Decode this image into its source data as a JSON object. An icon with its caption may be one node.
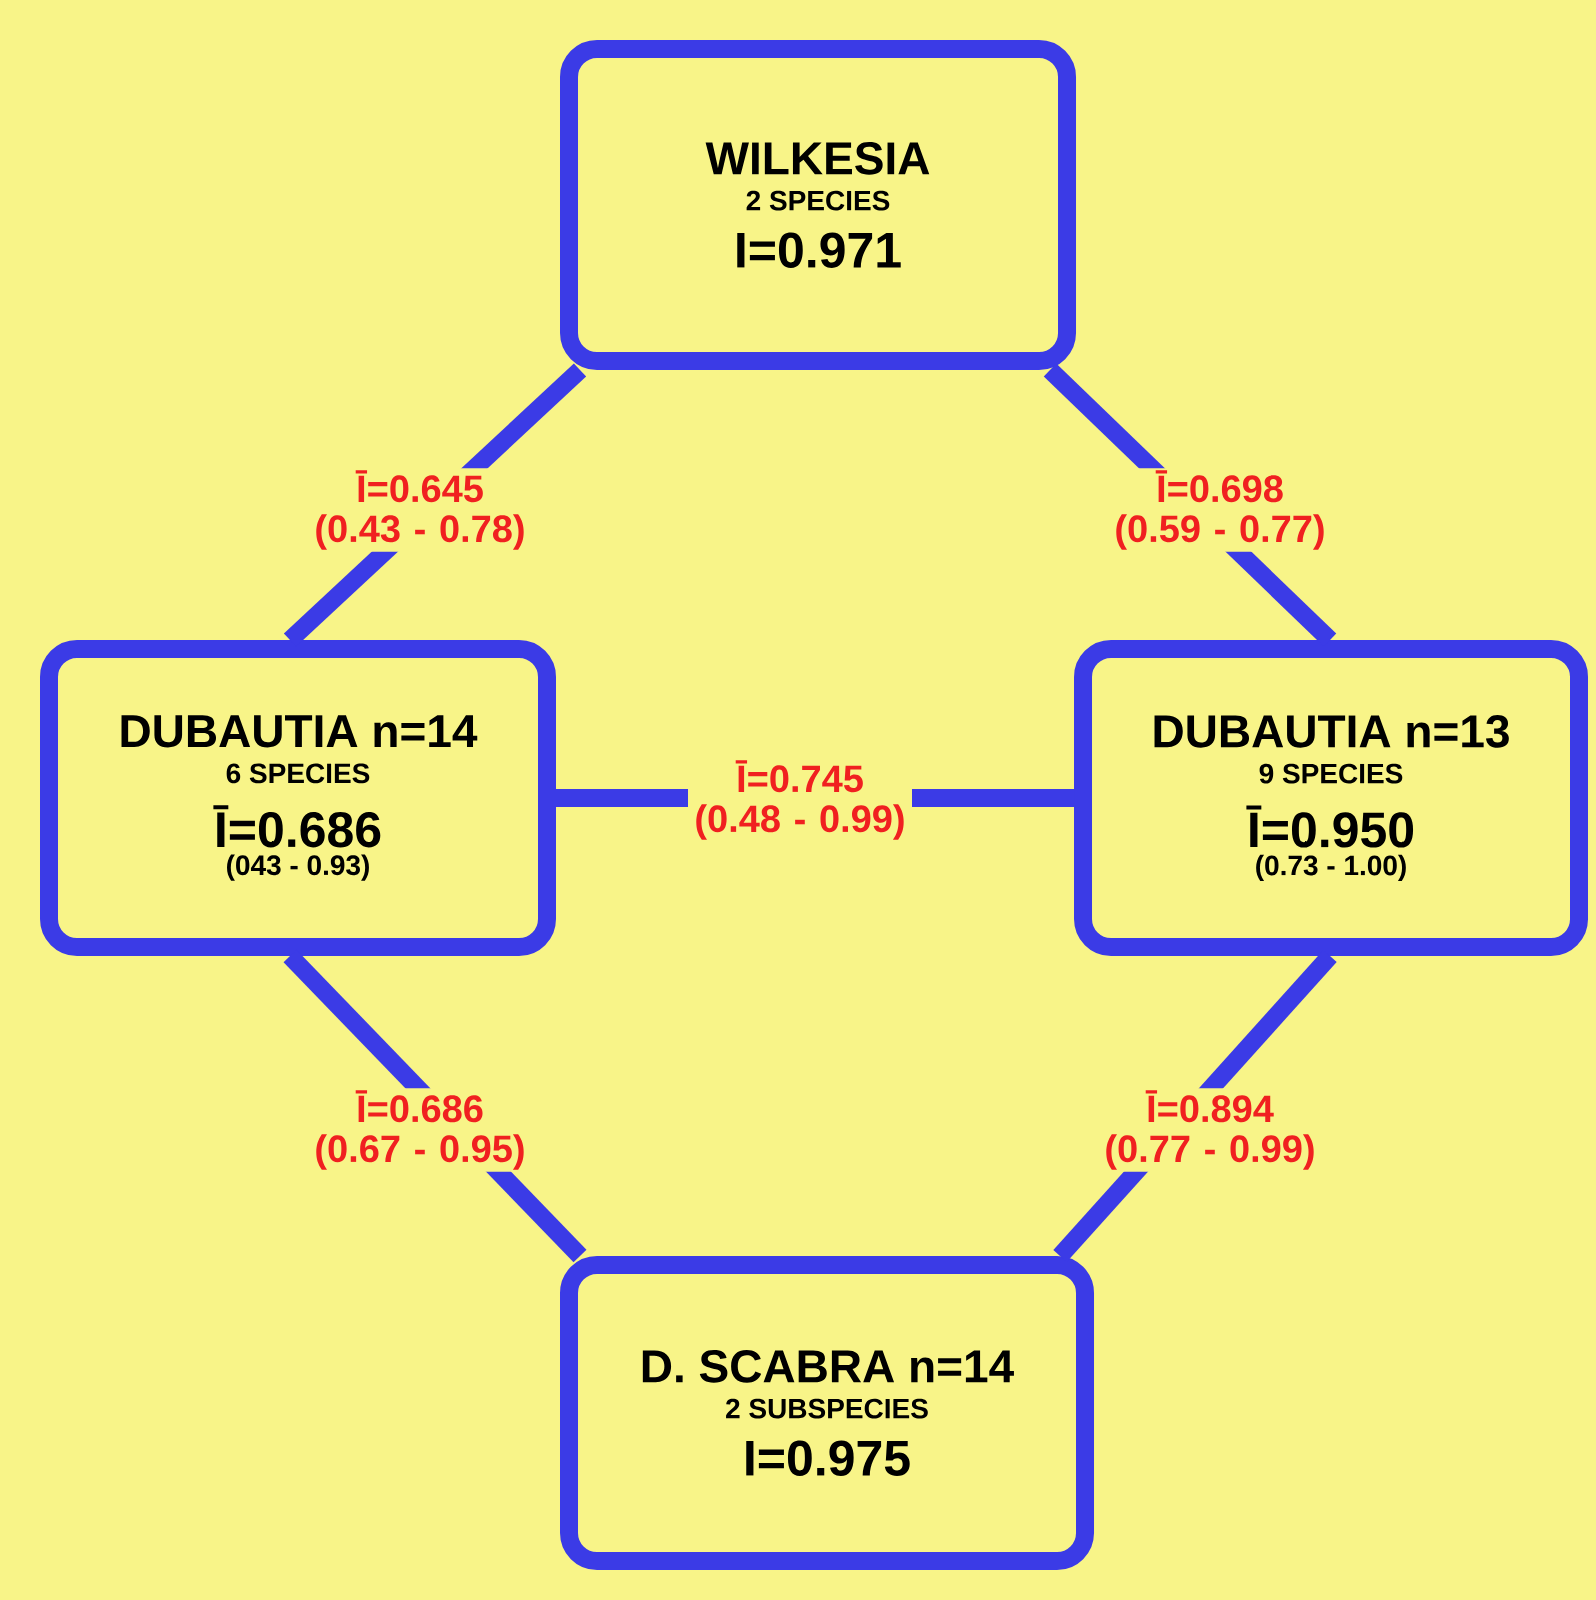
{
  "diagram": {
    "nodes": [
      {
        "text": [
          "WILKESIA",
          "2 SPECIES",
          "I=0.971"
        ]
      },
      {
        "text": [
          "DUBAUTIA n=14",
          "6 SPECIES",
          "Ī=0.686",
          "(043 - 0.93)"
        ]
      },
      {
        "text": [
          "DUBAUTIA n=13",
          "9 SPECIES",
          "Ī=0.950",
          "(0.73 - 1.00)"
        ]
      },
      {
        "text": [
          "D. SCABRA n=14",
          "2 SUBSPECIES",
          "I=0.975"
        ]
      }
    ],
    "edges": [
      {
        "from": 0,
        "to": 1,
        "arrow": "none",
        "label": "Ī=0.645 (0.43 - 0.78)"
      },
      {
        "from": 0,
        "to": 2,
        "arrow": "none",
        "label": "Ī=0.698 (0.59 - 0.77)"
      },
      {
        "from": 1,
        "to": 2,
        "arrow": "none",
        "label": "Ī=0.745 (0.48 - 0.99)"
      },
      {
        "from": 1,
        "to": 3,
        "arrow": "none",
        "label": "Ī=0.686 (0.67 - 0.95)"
      },
      {
        "from": 2,
        "to": 3,
        "arrow": "none",
        "label": "Ī=0.894 (0.77 - 0.99)"
      }
    ]
  }
}
